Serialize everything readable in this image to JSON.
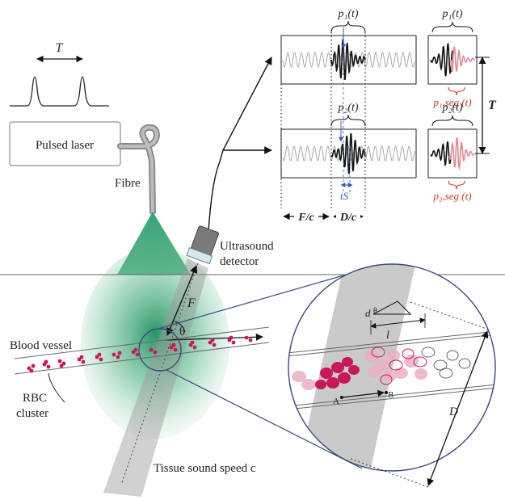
{
  "labels": {
    "pulse_period": "T",
    "laser": "Pulsed laser",
    "fibre": "Fibre",
    "detector_line1": "Ultrasound",
    "detector_line2": "detector",
    "focal": "F",
    "angle": "θ",
    "vessel": "Blood vessel",
    "rbc_line1": "RBC",
    "rbc_line2": "cluster",
    "tissue": "Tissue sound speed c",
    "p1": "p₁(t)",
    "p2": "p₂(t)",
    "p1_small": "p₁(t)",
    "p2_small": "p₂(t)",
    "p1_seg": "p₁,seg (t)",
    "p2_seg": "p₂,seg (t)",
    "ts": "tS",
    "F_over_c": "F/c",
    "D_over_c": "D/c",
    "period_right": "T",
    "zoom_d": "d",
    "zoom_theta": "θ",
    "zoom_l": "l",
    "point_a": "A",
    "point_b": "B",
    "zoom_D": "D"
  },
  "colors": {
    "beam_green": "#2e9e6e",
    "rbc": "#c8185a",
    "segment_red": "#e08a96",
    "vessel_line": "#555555",
    "zoom_circle": "#3a4a7a"
  }
}
